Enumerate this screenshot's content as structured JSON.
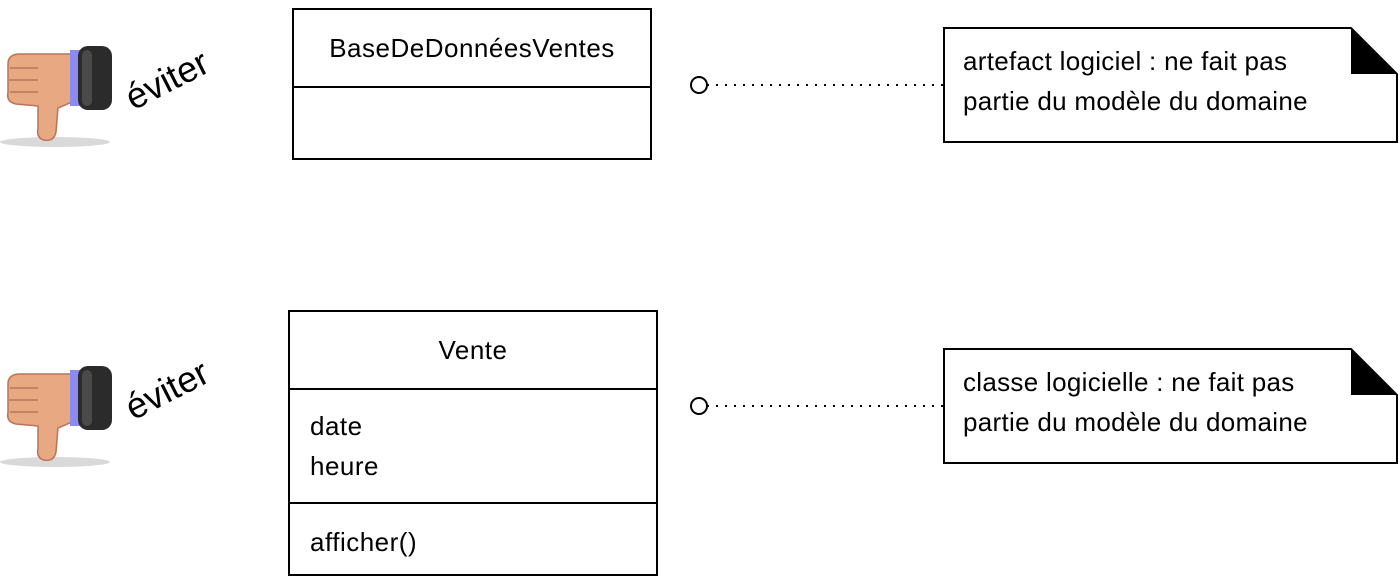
{
  "rows": [
    {
      "avoid_label": "éviter",
      "icon": "thumbs-down-icon",
      "class": {
        "name": "BaseDeDonnéesVentes",
        "attributes": [],
        "operations": []
      },
      "note": {
        "lines": [
          "artefact logiciel : ne fait pas",
          "partie du modèle du domaine"
        ]
      }
    },
    {
      "avoid_label": "éviter",
      "icon": "thumbs-down-icon",
      "class": {
        "name": "Vente",
        "attributes": [
          "date",
          "heure"
        ],
        "operations": [
          "afficher()"
        ]
      },
      "note": {
        "lines": [
          "classe logicielle : ne fait pas",
          "partie du modèle du domaine"
        ]
      }
    }
  ],
  "colors": {
    "skin": "#e7a882",
    "cuff": "#2b2b2b",
    "cuff_band": "#8c8cf0"
  }
}
